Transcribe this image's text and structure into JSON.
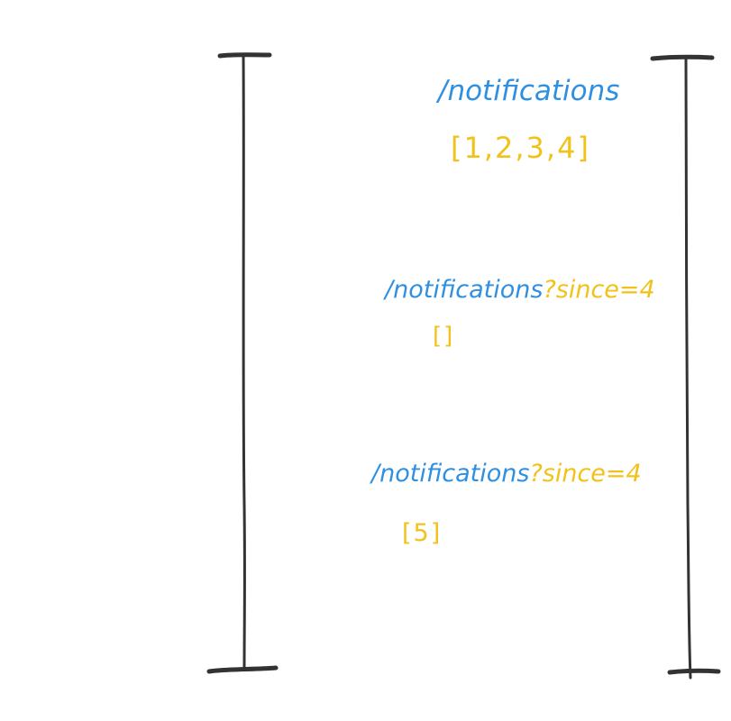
{
  "colors": {
    "request": "#2f8fe0",
    "response": "#f1c21b",
    "lifeline": "#333333"
  },
  "exchanges": [
    {
      "request_path": "/notifications",
      "request_query": "",
      "response": "[1,2,3,4]"
    },
    {
      "request_path": "/notifications",
      "request_query": "?since=4",
      "response": "[]"
    },
    {
      "request_path": "/notifications",
      "request_query": "?since=4",
      "response": "[5]"
    }
  ]
}
